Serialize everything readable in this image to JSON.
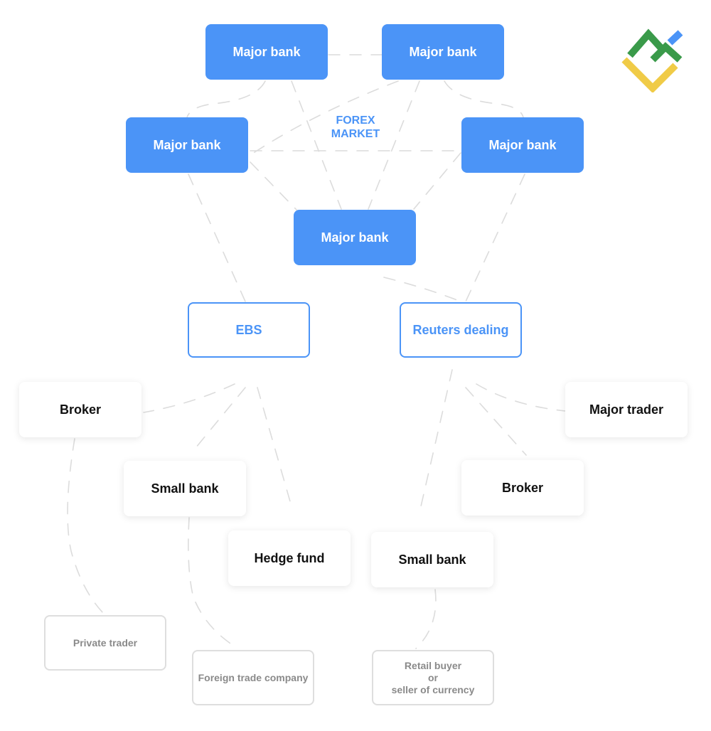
{
  "market_title": {
    "line1": "FOREX",
    "line2": "MARKET"
  },
  "major_banks": [
    "Major bank",
    "Major bank",
    "Major bank",
    "Major bank",
    "Major bank"
  ],
  "platforms": {
    "ebs": "EBS",
    "reuters": "Reuters dealing"
  },
  "ebs_participants": {
    "broker": "Broker",
    "small_bank": "Small bank",
    "hedge_fund": "Hedge fund"
  },
  "reuters_participants": {
    "major_trader": "Major trader",
    "broker": "Broker",
    "small_bank": "Small bank"
  },
  "end_clients": {
    "private_trader": "Private trader",
    "foreign_trade_company": "Foreign trade company",
    "retail": {
      "line1": "Retail buyer",
      "line2": "or",
      "line3": "seller of currency"
    }
  },
  "colors": {
    "accent": "#4b94f7",
    "logo_green": "#3a9a4a",
    "logo_yellow": "#f0cb47",
    "logo_blue": "#4b94f7",
    "connector": "#dcdcdc"
  }
}
